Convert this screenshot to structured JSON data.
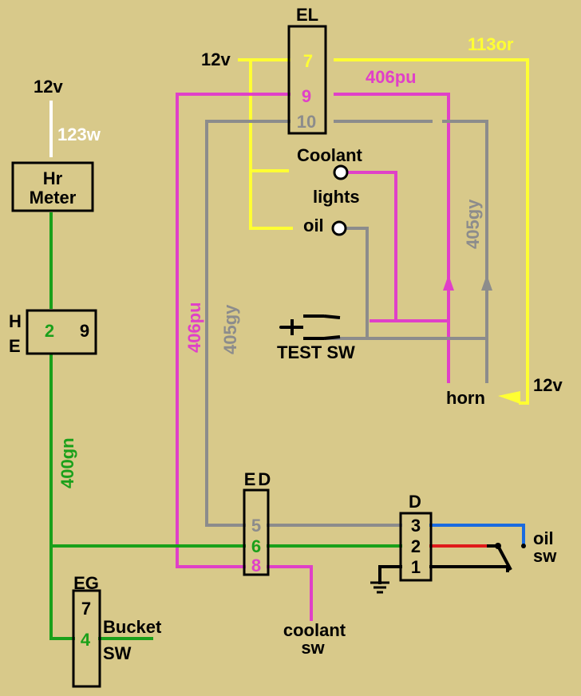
{
  "colors": {
    "background": "#d8c98a",
    "black": "#000000",
    "white": "#ffffff",
    "yellow": "#ffff33",
    "pink": "#e040c8",
    "gray": "#8c8c8c",
    "green": "#1aa01a",
    "blue": "#1a6be0",
    "red": "#e01a1a"
  },
  "labels": {
    "el_title": "EL",
    "el_pin7": "7",
    "el_pin9": "9",
    "el_pin10": "10",
    "supply_12v_top": "12v",
    "wire_113or": "113or",
    "wire_406pu_top": "406pu",
    "coolant": "Coolant",
    "lights": "lights",
    "oil": "oil",
    "wire_405gy_right": "405gy",
    "test_sw": "TEST SW",
    "horn": "horn",
    "supply_12v_horn": "12v",
    "supply_12v_left": "12v",
    "wire_123w": "123w",
    "hr_meter_line1": "Hr",
    "hr_meter_line2": "Meter",
    "he_h": "H",
    "he_e": "E",
    "he_pin2": "2",
    "he_pin9": "9",
    "wire_400gn": "400gn",
    "wire_406pu_left": "406pu",
    "wire_405gy_left": "405gy",
    "ed_title": "ED",
    "ed_pin5": "5",
    "ed_pin6": "6",
    "ed_pin8": "8",
    "d_title": "D",
    "d_pin3": "3",
    "d_pin2": "2",
    "d_pin1": "1",
    "oil_sw_line1": "oil",
    "oil_sw_line2": "sw",
    "coolant_sw_line1": "coolant",
    "coolant_sw_line2": "sw",
    "eg_title": "EG",
    "eg_pin7": "7",
    "eg_pin4": "4",
    "bucket_sw_line1": "Bucket",
    "bucket_sw_line2": "SW"
  }
}
